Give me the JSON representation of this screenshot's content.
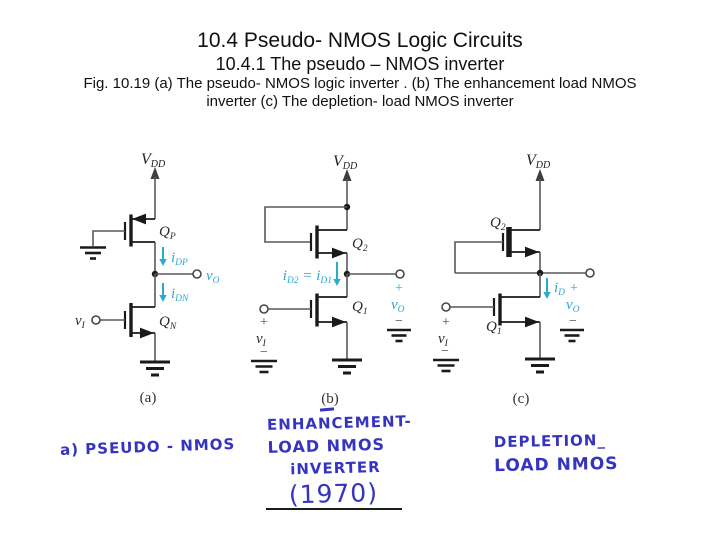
{
  "slide": {
    "title": "10.4 Pseudo- NMOS Logic Circuits",
    "subtitle": "10.4.1 The pseudo – NMOS inverter",
    "figure_caption_line1": "Fig. 10.19 (a) The pseudo- NMOS logic inverter . (b) The enhancement  load NMOS",
    "figure_caption_line2": "inverter  (c) The depletion- load NMOS inverter"
  },
  "colors": {
    "cyan": "#2ba9cf",
    "ink": "#3534c0",
    "wire": "#58595b",
    "black": "#1a1a1a"
  },
  "signs": {
    "plus": "+",
    "minus": "−"
  },
  "circuit_a": {
    "caption": "(a)",
    "vdd_main": "V",
    "vdd_sub": "DD",
    "qp_main": "Q",
    "qp_sub": "P",
    "qn_main": "Q",
    "qn_sub": "N",
    "idp_main": "i",
    "idp_sub": "DP",
    "idn_main": "i",
    "idn_sub": "DN",
    "vo_main": "v",
    "vo_sub": "O",
    "vi_main": "v",
    "vi_sub": "I"
  },
  "circuit_b": {
    "caption": "(b)",
    "vdd_main": "V",
    "vdd_sub": "DD",
    "q2_main": "Q",
    "q2_sub": "2",
    "q1_main": "Q",
    "q1_sub": "1",
    "ideq_i1": "i",
    "ideq_s1": "D2",
    "ideq_eq": " = ",
    "ideq_i2": "i",
    "ideq_s2": "D1",
    "vo_main": "v",
    "vo_sub": "O",
    "vi_main": "v",
    "vi_sub": "I"
  },
  "circuit_c": {
    "caption": "(c)",
    "vdd_main": "V",
    "vdd_sub": "DD",
    "q2_main": "Q",
    "q2_sub": "2",
    "q1_main": "Q",
    "q1_sub": "1",
    "id_main": "i",
    "id_sub": "D",
    "vo_main": "v",
    "vo_sub": "O",
    "vi_main": "v",
    "vi_sub": "I"
  },
  "handwriting": {
    "label_a": "a) PSEUDO - NMOS",
    "label_b_line1": "ENHANCEMENT-",
    "label_b_line2": "LOAD NMOS",
    "label_b_line3": "iNVERTER",
    "label_b_line4": "(1970)",
    "label_c_line1": "DEPLETION_",
    "label_c_line2": "LOAD NMOS"
  }
}
